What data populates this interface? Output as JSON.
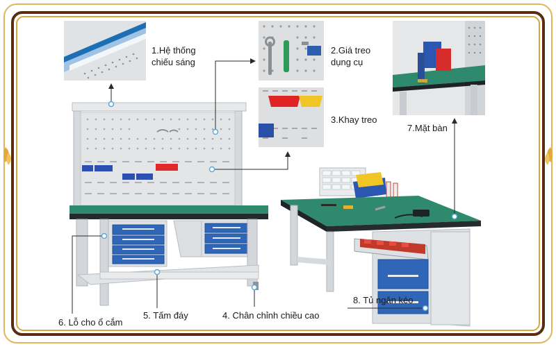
{
  "labels": {
    "l1a": "1.Hệ thống",
    "l1b": "chiếu sáng",
    "l2a": "2.Giá treo",
    "l2b": "dụng cụ",
    "l3": "3.Khay treo",
    "l7": "7.Mặt bàn",
    "l8": "8. Tủ ngăn kéo",
    "l6": "6. Lỗ cho ổ cắm",
    "l5": "5. Tấm đáy",
    "l4": "4. Chân chỉnh chiều cao"
  },
  "colors": {
    "frame_gold": "#d9a63a",
    "frame_dark": "#5a2d12",
    "worktop_green": "#2f8a6d",
    "drawer_blue": "#2f66b8",
    "steel_grey": "#cfd3d6"
  }
}
